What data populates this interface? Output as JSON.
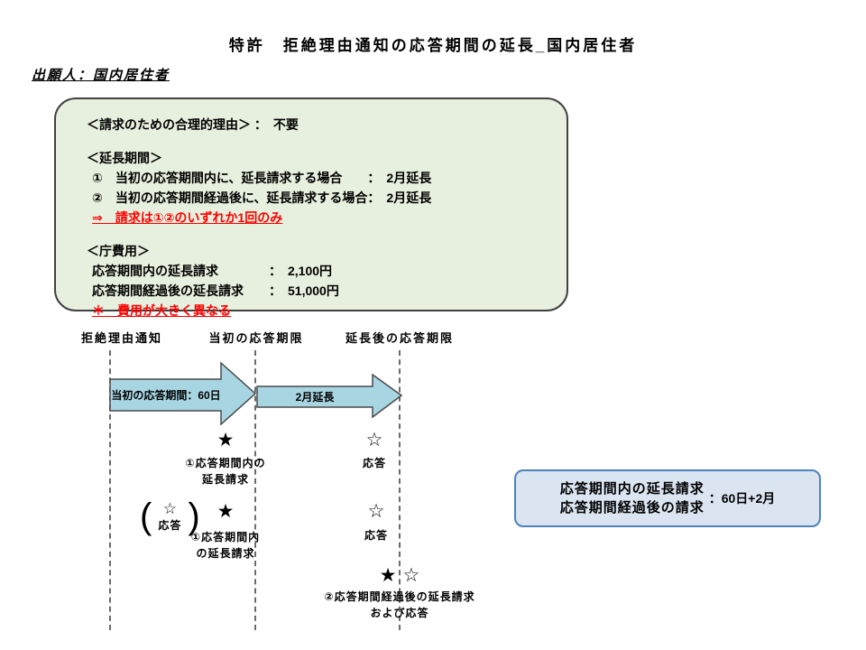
{
  "title": "特許　拒絶理由通知の応答期間の延長_国内居住者",
  "applicant": "出願人：国内居住者",
  "info_box": {
    "reason": "＜請求のための合理的理由＞ ：　不要",
    "extension": {
      "heading": "＜延長期間＞",
      "item1": "①　当初の応答期間内に、延長請求する場合　　：　2月延長",
      "item2": "②　当初の応答期間経過後に、延長請求する場合：　2月延長",
      "note": "⇒　請求は①②のいずれか1回のみ"
    },
    "fees": {
      "heading": "＜庁費用＞",
      "item1": "応答期間内の延長請求　　　　：　2,100円",
      "item2": "応答期間経過後の延長請求　　：　51,000円",
      "note": "＊　費用が大きく異なる"
    }
  },
  "timeline": {
    "milestones": [
      "拒絶理由通知",
      "当初の応答期限",
      "延長後の応答期限"
    ],
    "arrow1_label": "当初の応答期間：60日",
    "arrow2_label": "2月延長",
    "events": {
      "ev1": {
        "marker": "★",
        "line1": "①応答期間内の",
        "line2": "延長請求"
      },
      "ev1_resp": {
        "marker": "☆",
        "label": "応答"
      },
      "ev2_opt": {
        "open": "(",
        "marker": "☆",
        "label": "応答",
        "close": ")"
      },
      "ev2": {
        "marker": "★",
        "line1": "①応答期間内",
        "line2": "の延長請求"
      },
      "ev2_resp": {
        "marker": "☆",
        "label": "応答"
      },
      "ev3": {
        "marker_request": "★",
        "marker_response": "☆",
        "line1": "②応答期間経過後の延長請求",
        "line2": "および応答"
      }
    }
  },
  "summary_box": {
    "line1": "応答期間内の延長請求",
    "line2": "応答期間経過後の請求",
    "value": "：60日+2月"
  },
  "colors": {
    "info_box_fill": "#e7f0de",
    "info_box_border": "#404040",
    "arrow_fill": "#a8d5e2",
    "arrow_border": "#4a4a4a",
    "summary_fill": "#dbe5f1",
    "summary_border": "#4f81bd",
    "note_red": "#ff0000",
    "dashed_line": "#6a6a6a"
  }
}
